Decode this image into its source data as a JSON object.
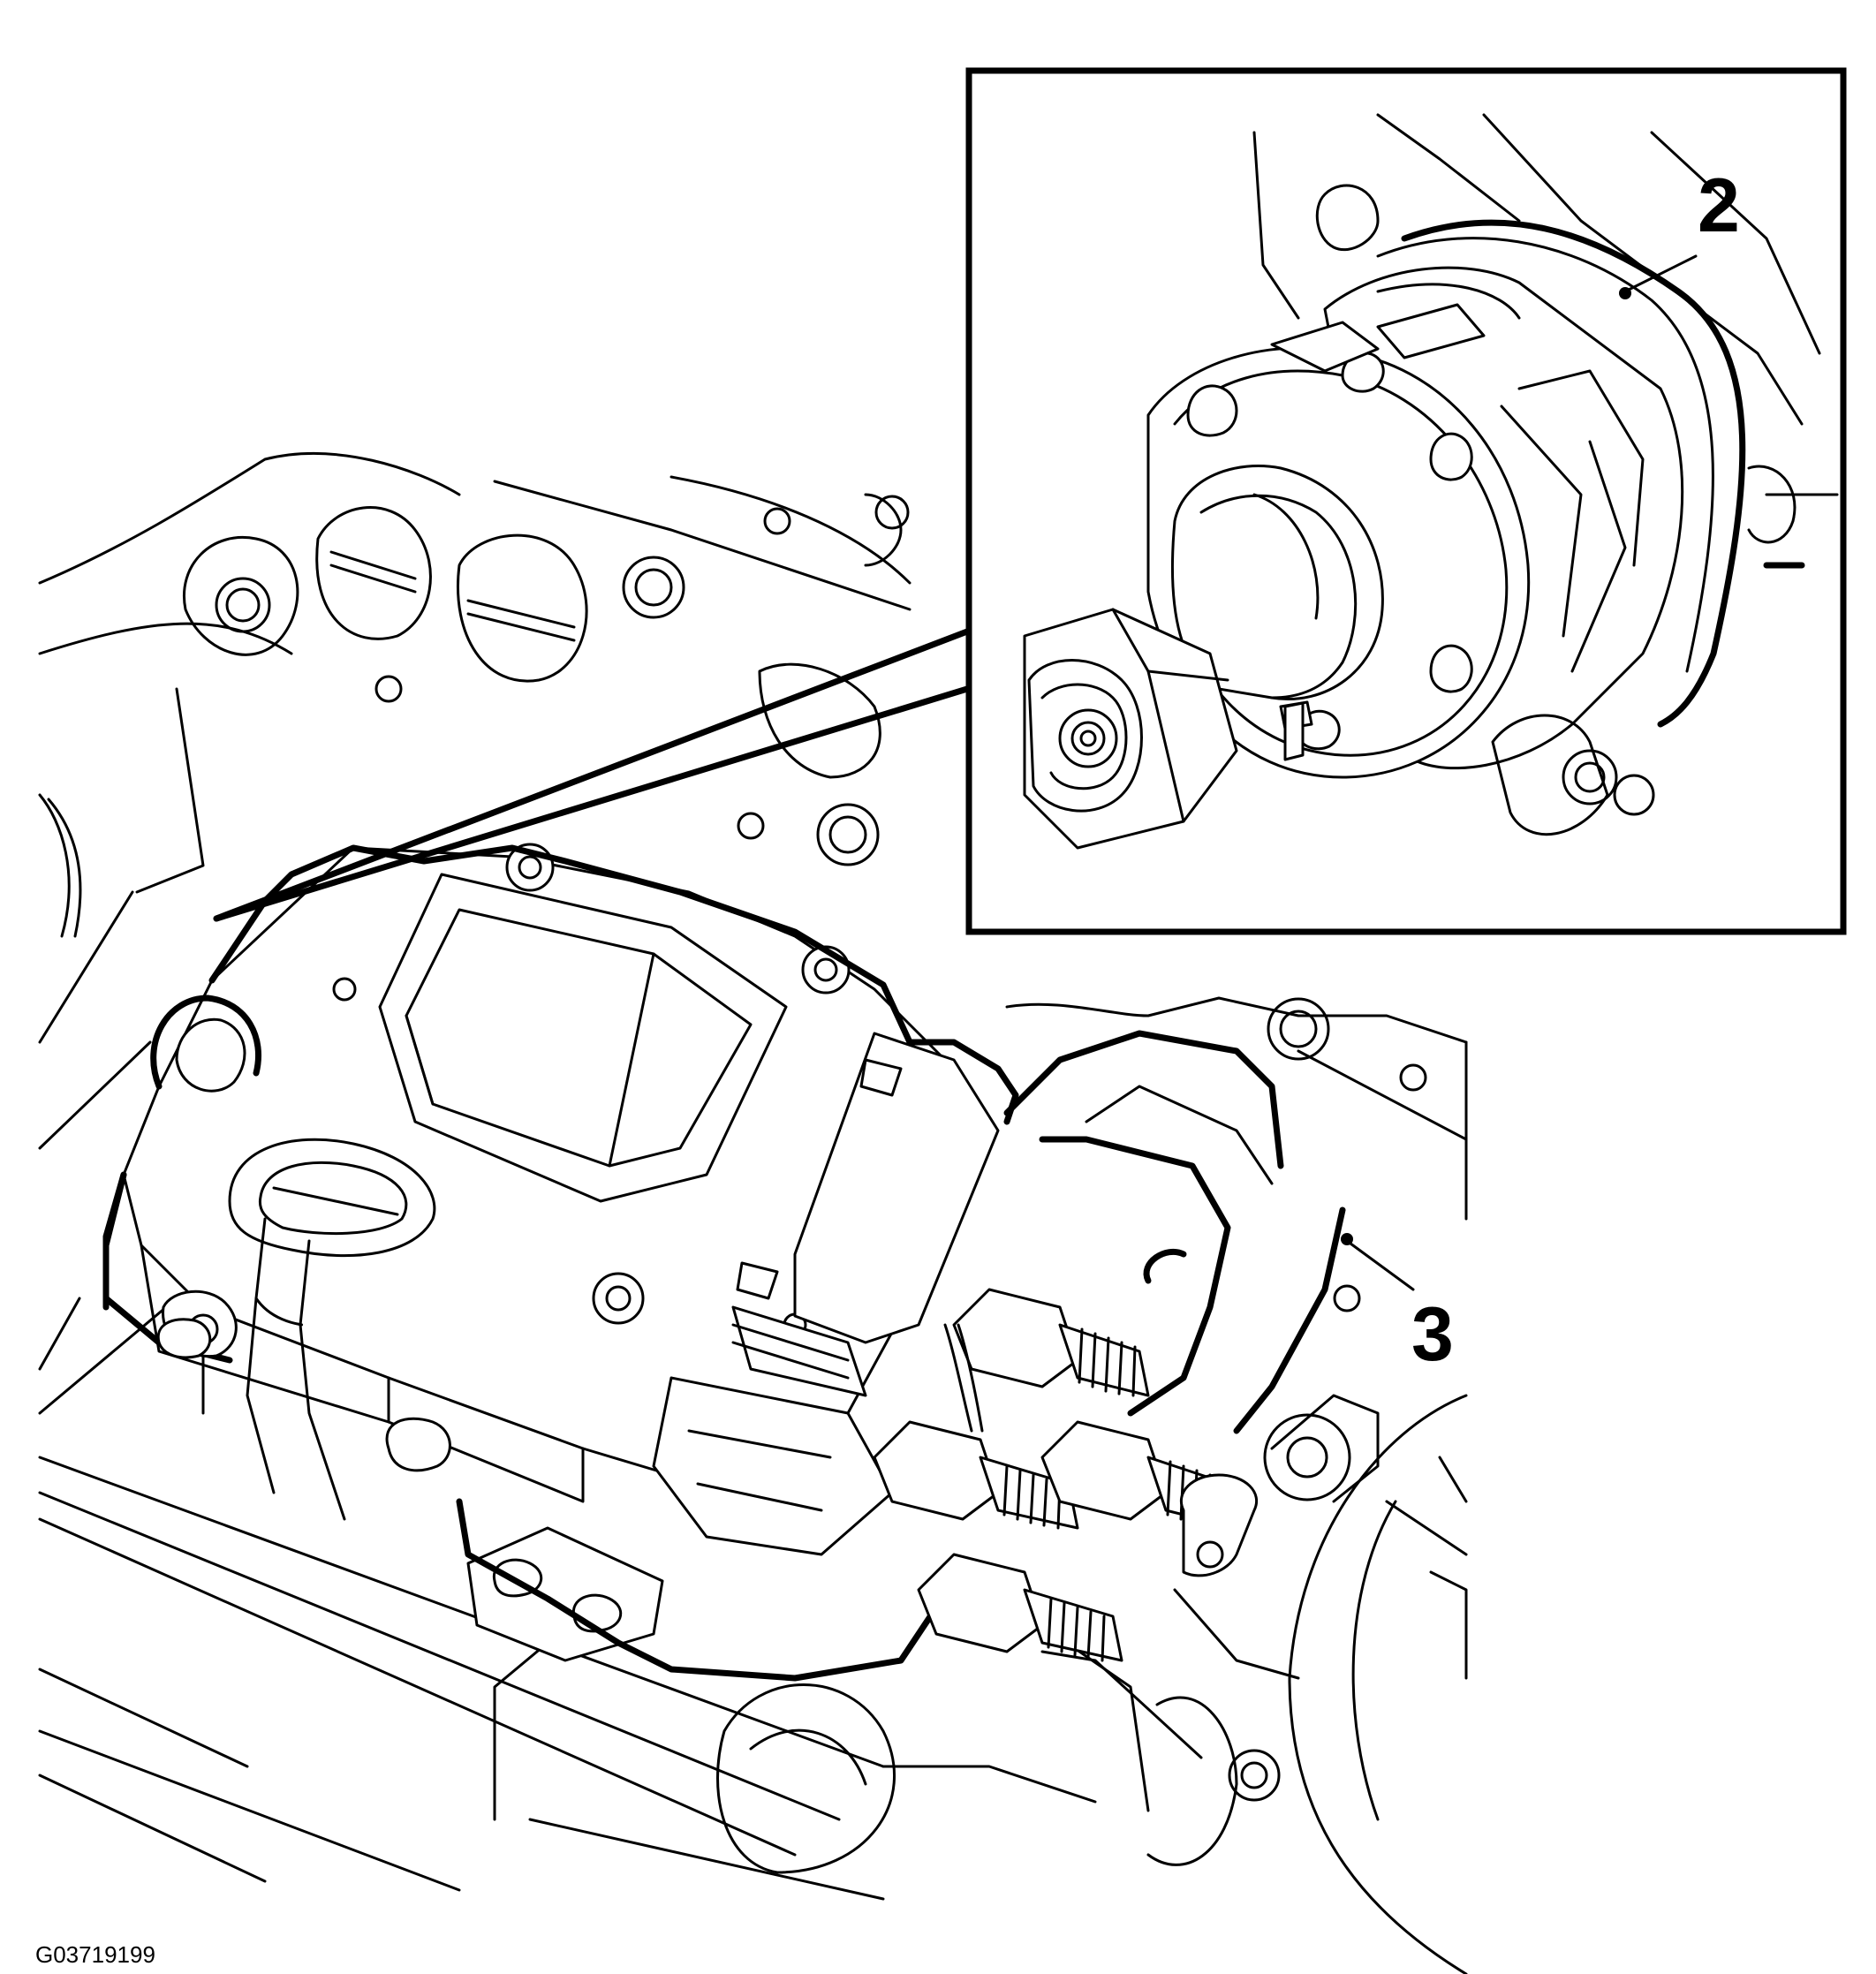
{
  "callouts": [
    {
      "id": "2",
      "label": "2"
    },
    {
      "id": "3",
      "label": "3"
    }
  ],
  "figure_id": "G03719199"
}
